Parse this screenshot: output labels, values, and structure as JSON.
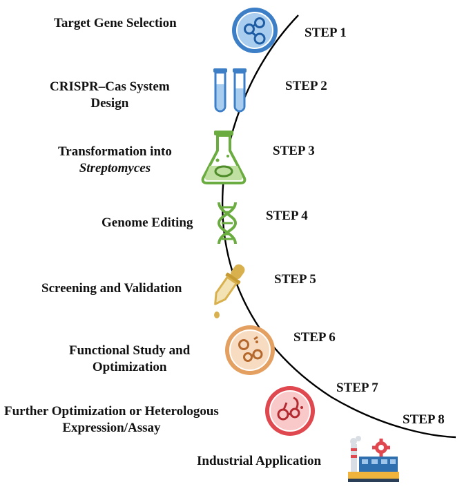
{
  "steps": [
    {
      "step_label": "STEP 1",
      "lines": [
        "Target Gene Selection"
      ]
    },
    {
      "step_label": "STEP 2",
      "lines": [
        "CRISPR–Cas System",
        "Design"
      ]
    },
    {
      "step_label": "STEP 3",
      "lines": [
        "Transformation into",
        "Streptomyces"
      ]
    },
    {
      "step_label": "STEP 4",
      "lines": [
        "Genome Editing"
      ]
    },
    {
      "step_label": "STEP 5",
      "lines": [
        "Screening and Validation"
      ]
    },
    {
      "step_label": "STEP 6",
      "lines": [
        "Functional Study and",
        "Optimization"
      ]
    },
    {
      "step_label": "STEP 7",
      "lines": [
        "Further Optimization or Heterologous",
        "Expression/Assay"
      ]
    },
    {
      "step_label": "STEP 8",
      "lines": [
        "Industrial Application"
      ]
    }
  ],
  "icons": [
    "cells-petri-icon",
    "test-tubes-icon",
    "flask-icon",
    "dna-icon",
    "pipette-icon",
    "petri-dish-icon",
    "colony-dish-icon",
    "factory-icon"
  ],
  "colors": {
    "blue": "#3d7fc7",
    "green": "#6aac3f",
    "dropper": "#d8b14e",
    "orange": "#e3a061",
    "red": "#e0484f",
    "curve": "#000000"
  }
}
